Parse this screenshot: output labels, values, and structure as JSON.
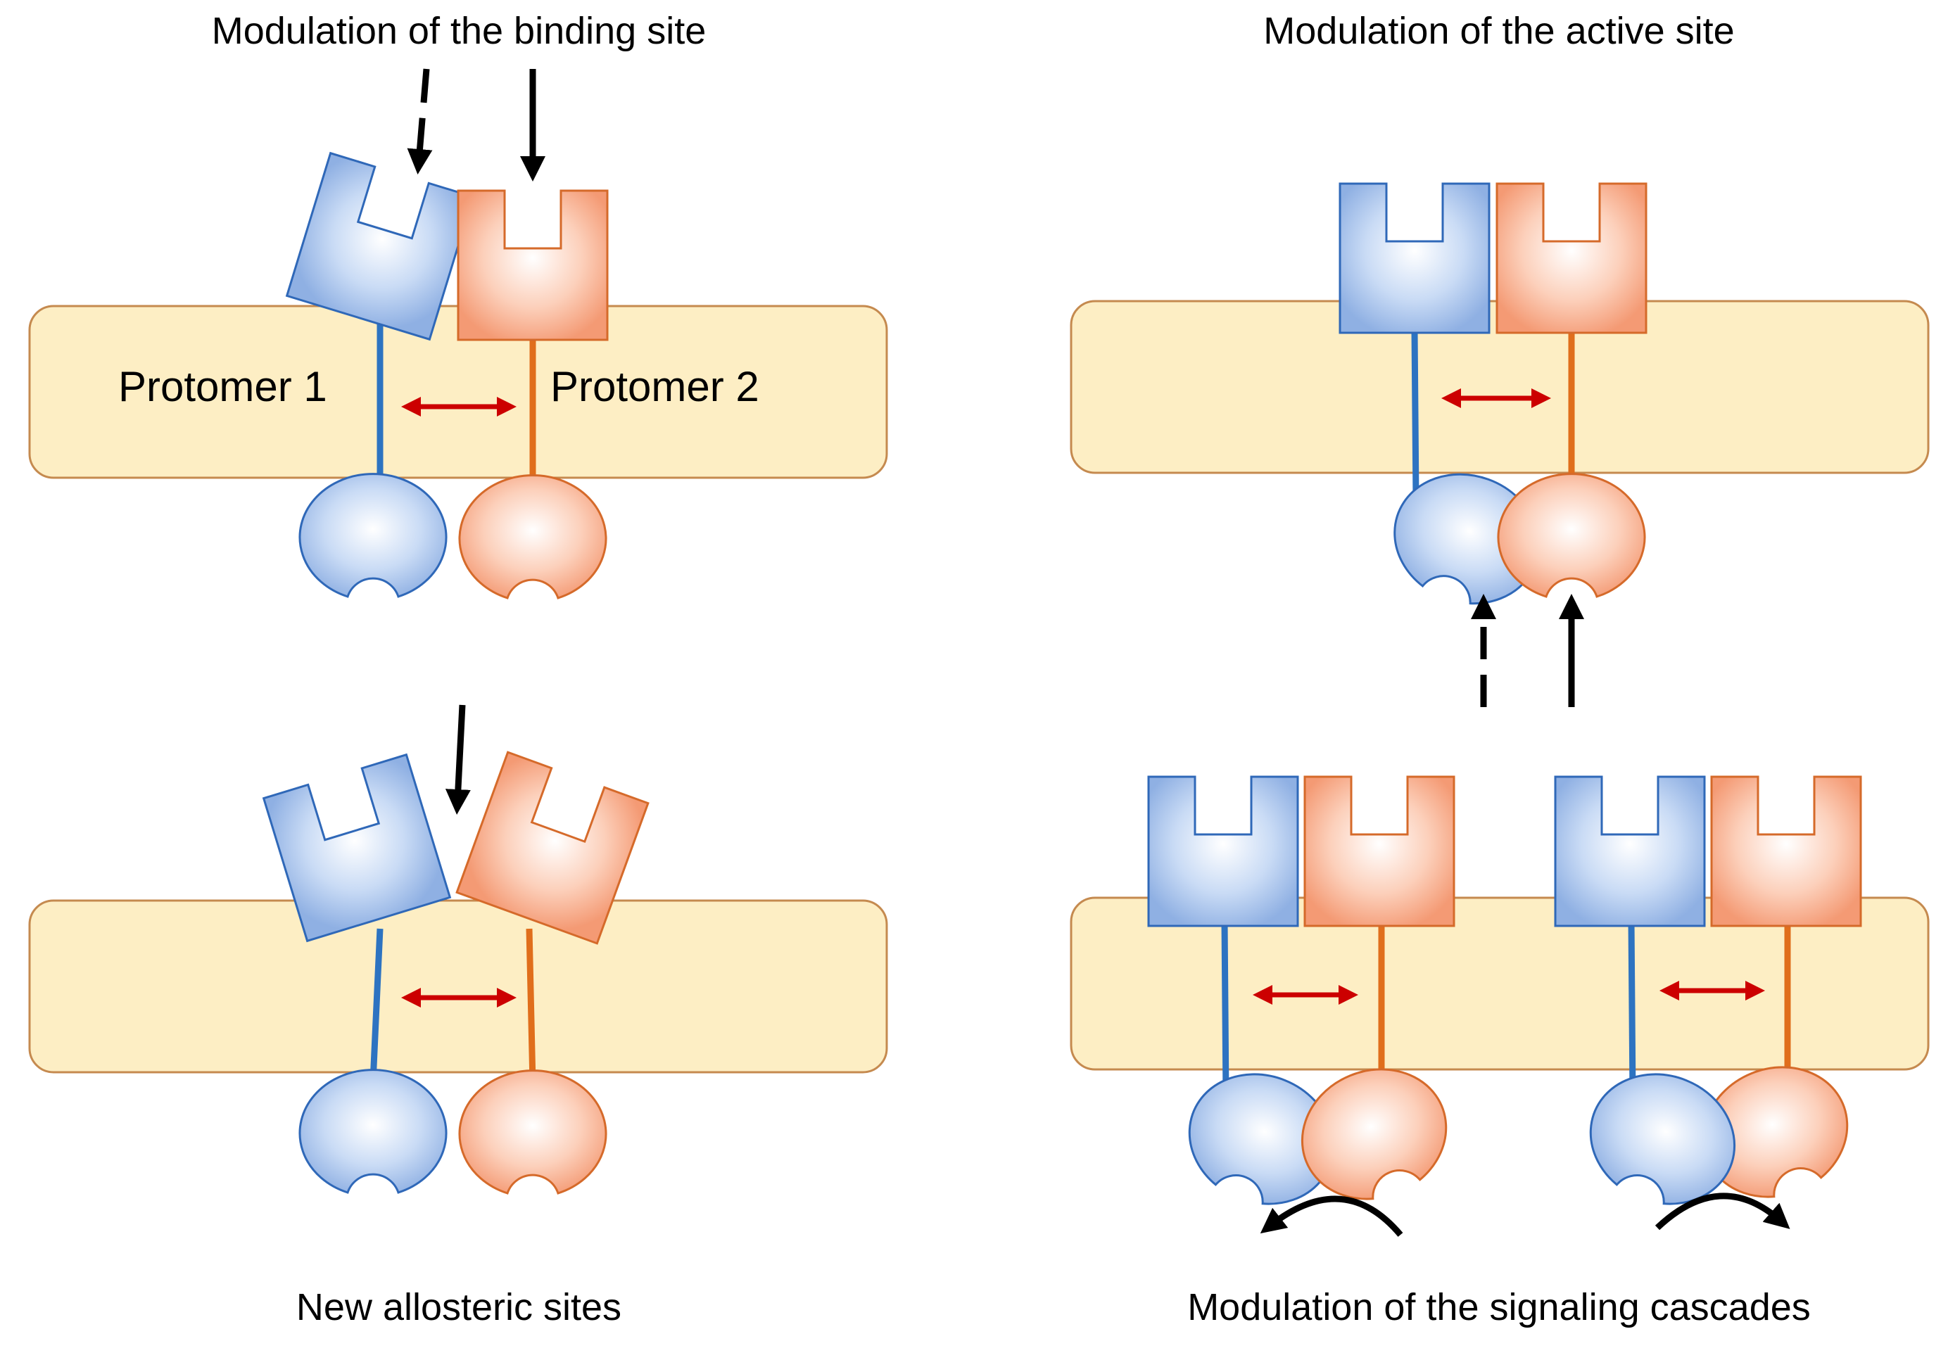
{
  "titles": {
    "binding_site": "Modulation of the binding site",
    "active_site": "Modulation of the active site",
    "allosteric": "New allosteric sites",
    "signaling": "Modulation of the signaling cascades"
  },
  "labels": {
    "protomer1": "Protomer 1",
    "protomer2": "Protomer 2"
  },
  "colors": {
    "membrane_fill": "#fdeec4",
    "membrane_stroke": "#c58a4f",
    "protomer1_fill": "#a9c5ec",
    "protomer1_stroke": "#2f68b8",
    "protomer1_line": "#2d73c1",
    "protomer2_fill": "#f8b698",
    "protomer2_stroke": "#d56a2a",
    "protomer2_line": "#e06e1c",
    "interaction_arrow": "#cc0000",
    "ligand_arrow": "#000000"
  }
}
